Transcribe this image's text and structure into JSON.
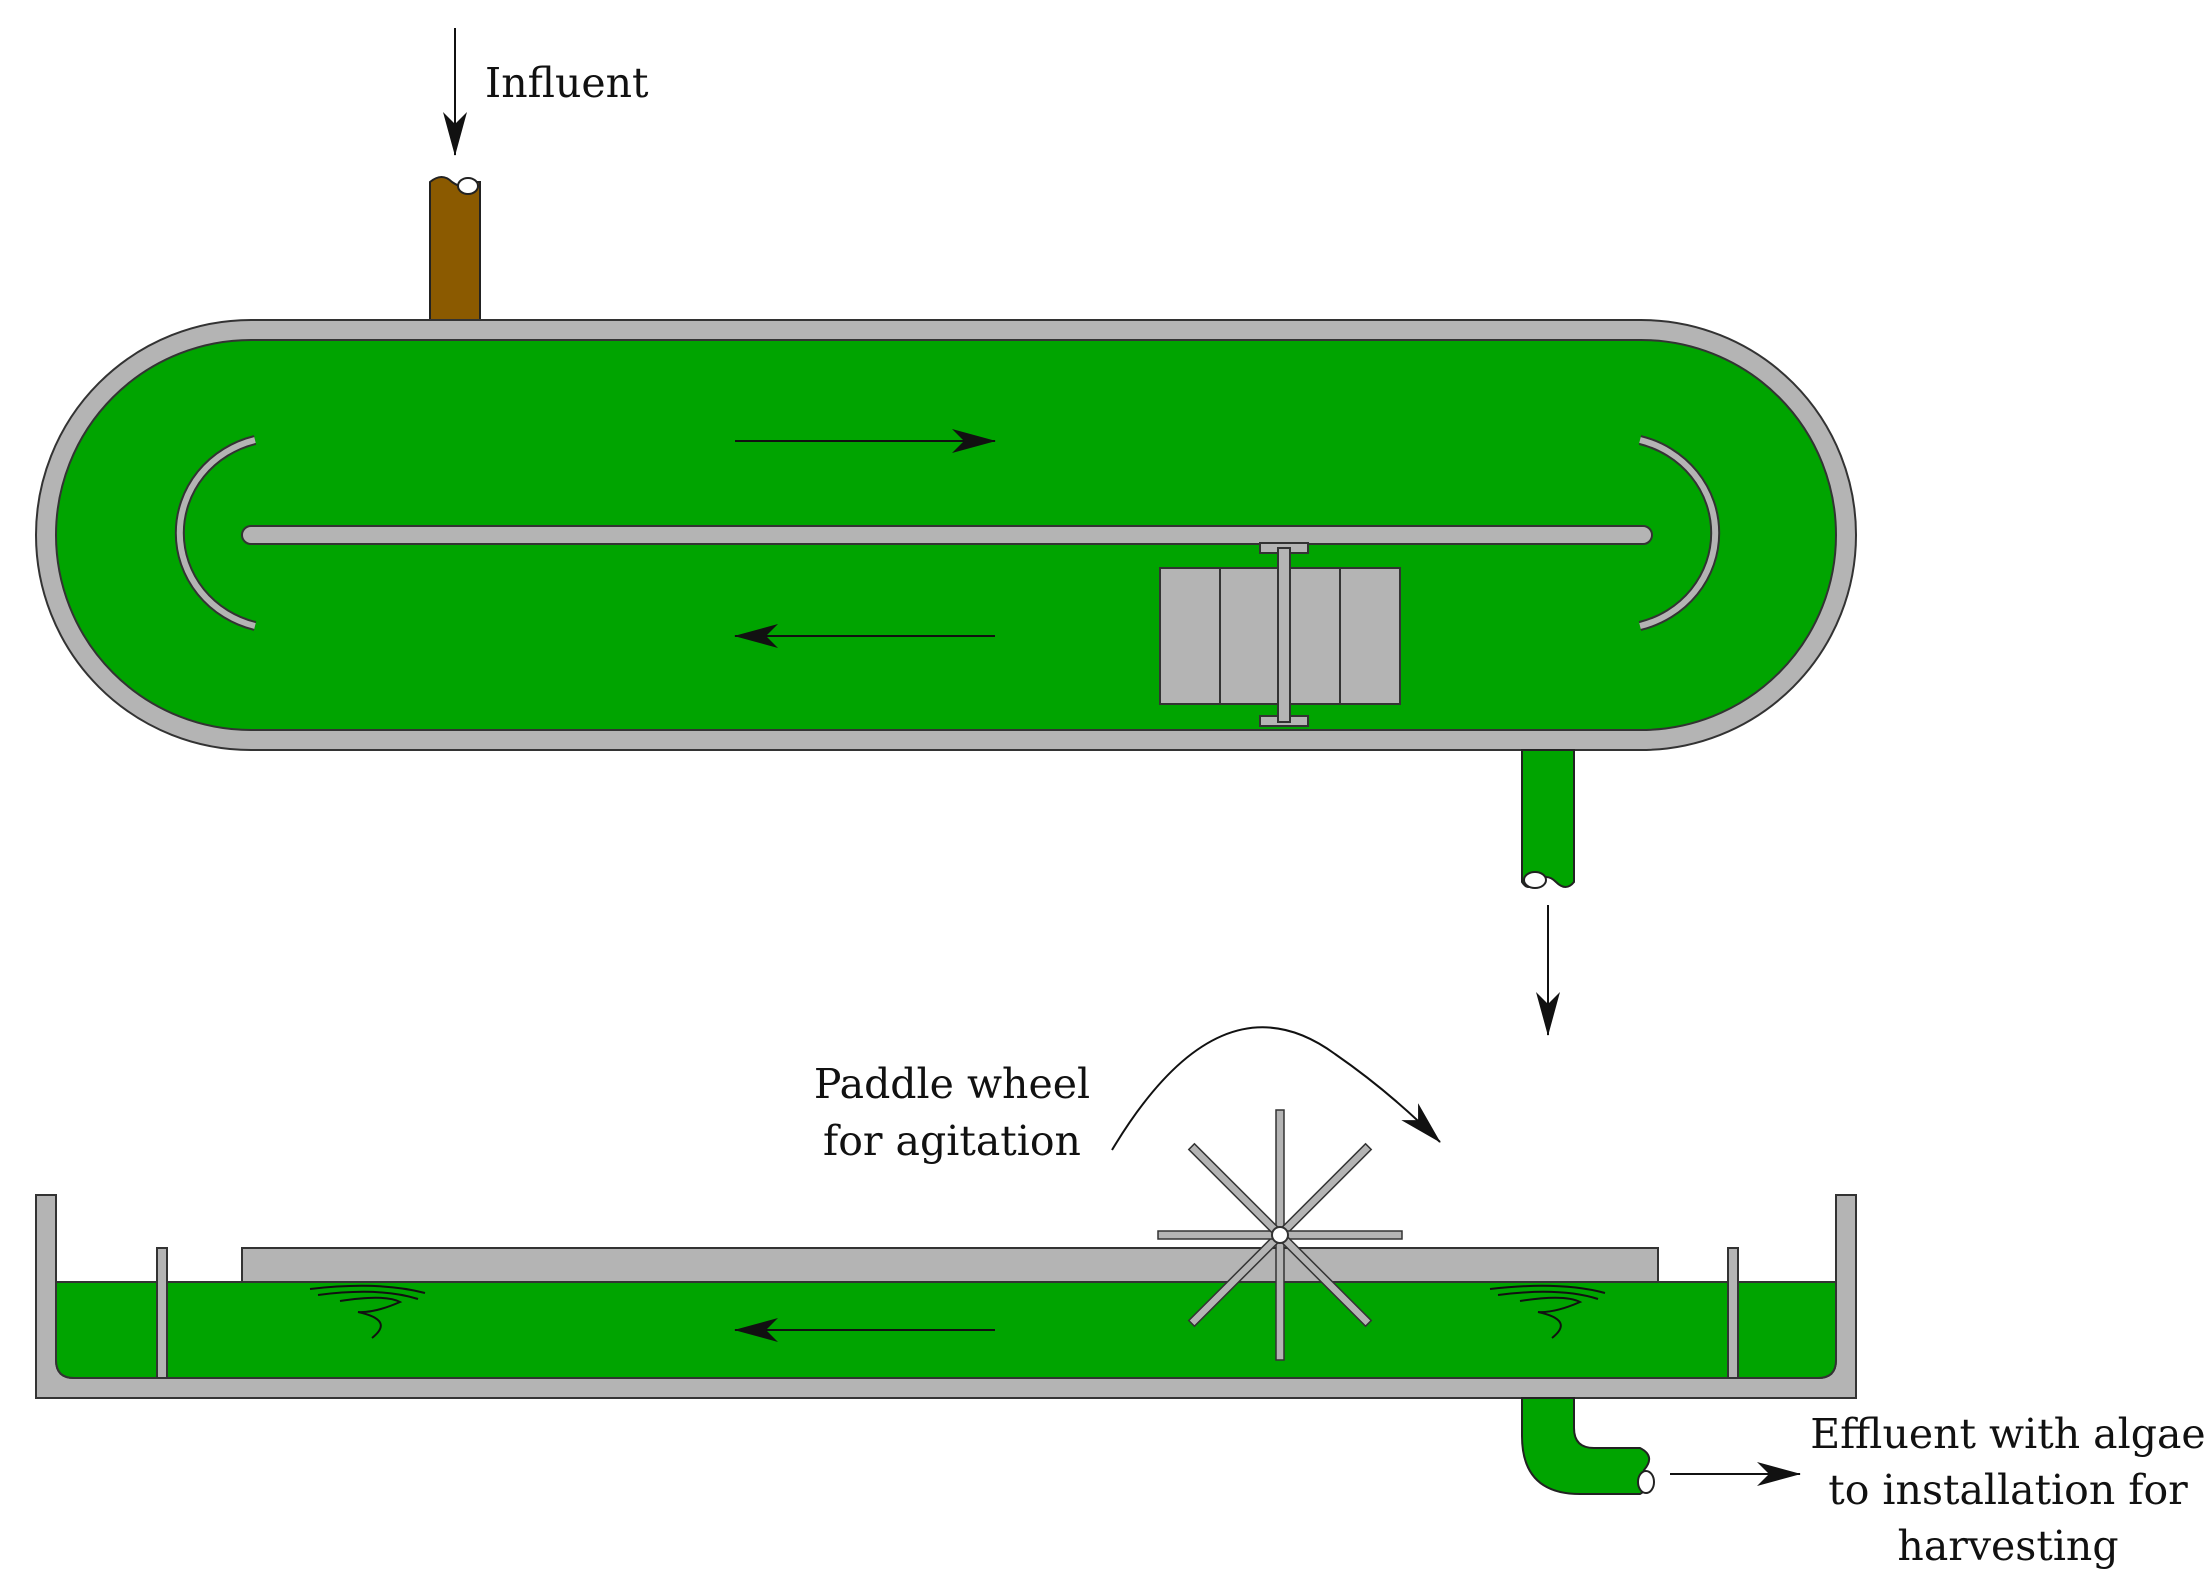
{
  "labels": {
    "influent": "Influent",
    "paddle_line1": "Paddle wheel",
    "paddle_line2": "for agitation",
    "effluent_line1": "Effluent with algae",
    "effluent_line2": "to installation for",
    "effluent_line3": "harvesting"
  },
  "colors": {
    "water": "#00a400",
    "wall": "#b4b4b4",
    "outline": "#333333",
    "influent_pipe": "#8b5a00",
    "background": "#ffffff"
  }
}
